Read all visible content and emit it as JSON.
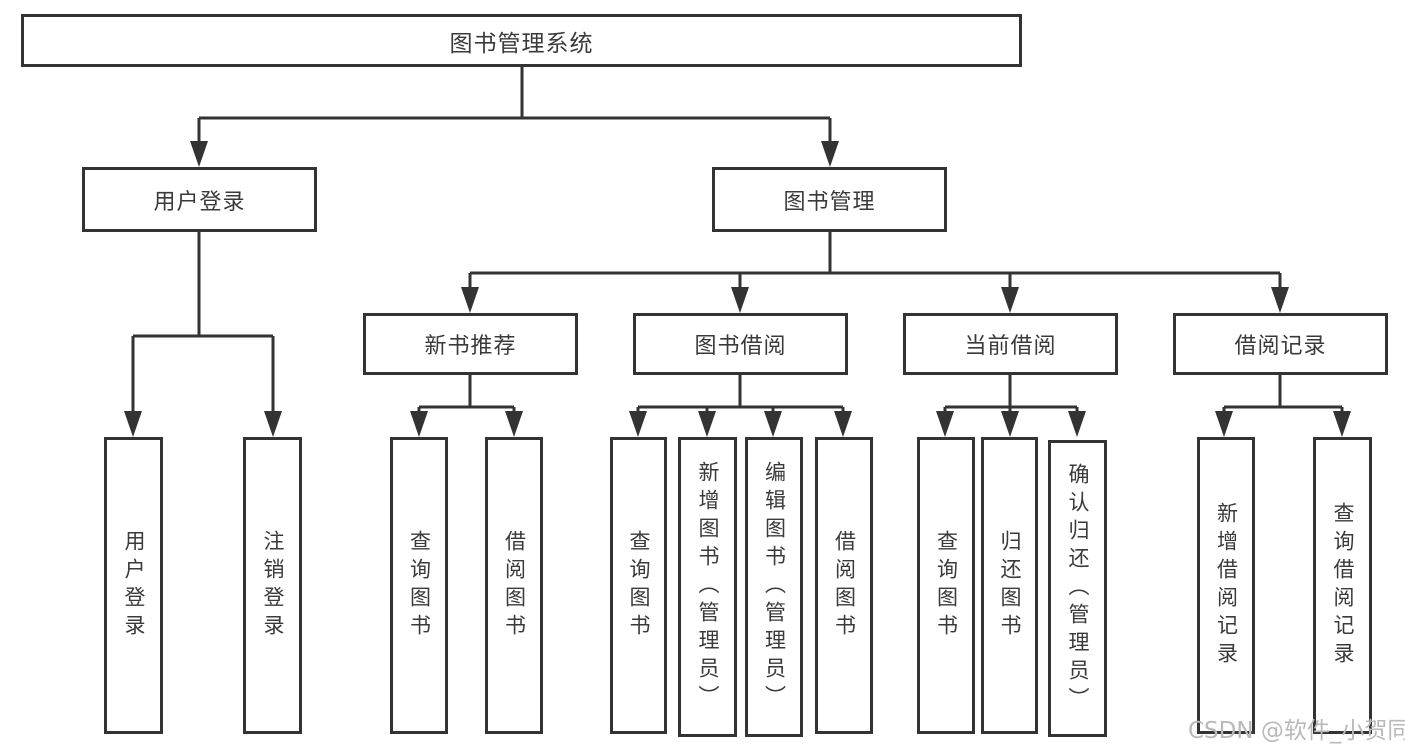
{
  "nodes": {
    "root": {
      "label": "图书管理系统"
    },
    "user_login": {
      "label": "用户登录"
    },
    "book_mgmt": {
      "label": "图书管理"
    },
    "login_user": {
      "label": "用户登录"
    },
    "login_logout": {
      "label": "注销登录"
    },
    "new_book_rec": {
      "label": "新书推荐"
    },
    "book_borrow": {
      "label": "图书借阅"
    },
    "current_borrow": {
      "label": "当前借阅"
    },
    "borrow_records": {
      "label": "借阅记录"
    },
    "rec_query_books": {
      "label": "查询图书"
    },
    "rec_borrow_books": {
      "label": "借阅图书"
    },
    "bb_query_books": {
      "label": "查询图书"
    },
    "bb_add_books": {
      "label": "新增图书（管理员）"
    },
    "bb_edit_books": {
      "label": "编辑图书（管理员）"
    },
    "bb_borrow_books": {
      "label": "借阅图书"
    },
    "cb_query_books": {
      "label": "查询图书"
    },
    "cb_return_books": {
      "label": "归还图书"
    },
    "cb_confirm_return": {
      "label": "确认归还（管理员）"
    },
    "br_add_record": {
      "label": "新增借阅记录"
    },
    "br_query_record": {
      "label": "查询借阅记录"
    }
  },
  "watermark": {
    "text": "CSDN @软件_小贺同学"
  },
  "colors": {
    "line": "#333333",
    "text": "#3a3a3a",
    "watermark": "#b9b9b9",
    "background": "#ffffff"
  }
}
